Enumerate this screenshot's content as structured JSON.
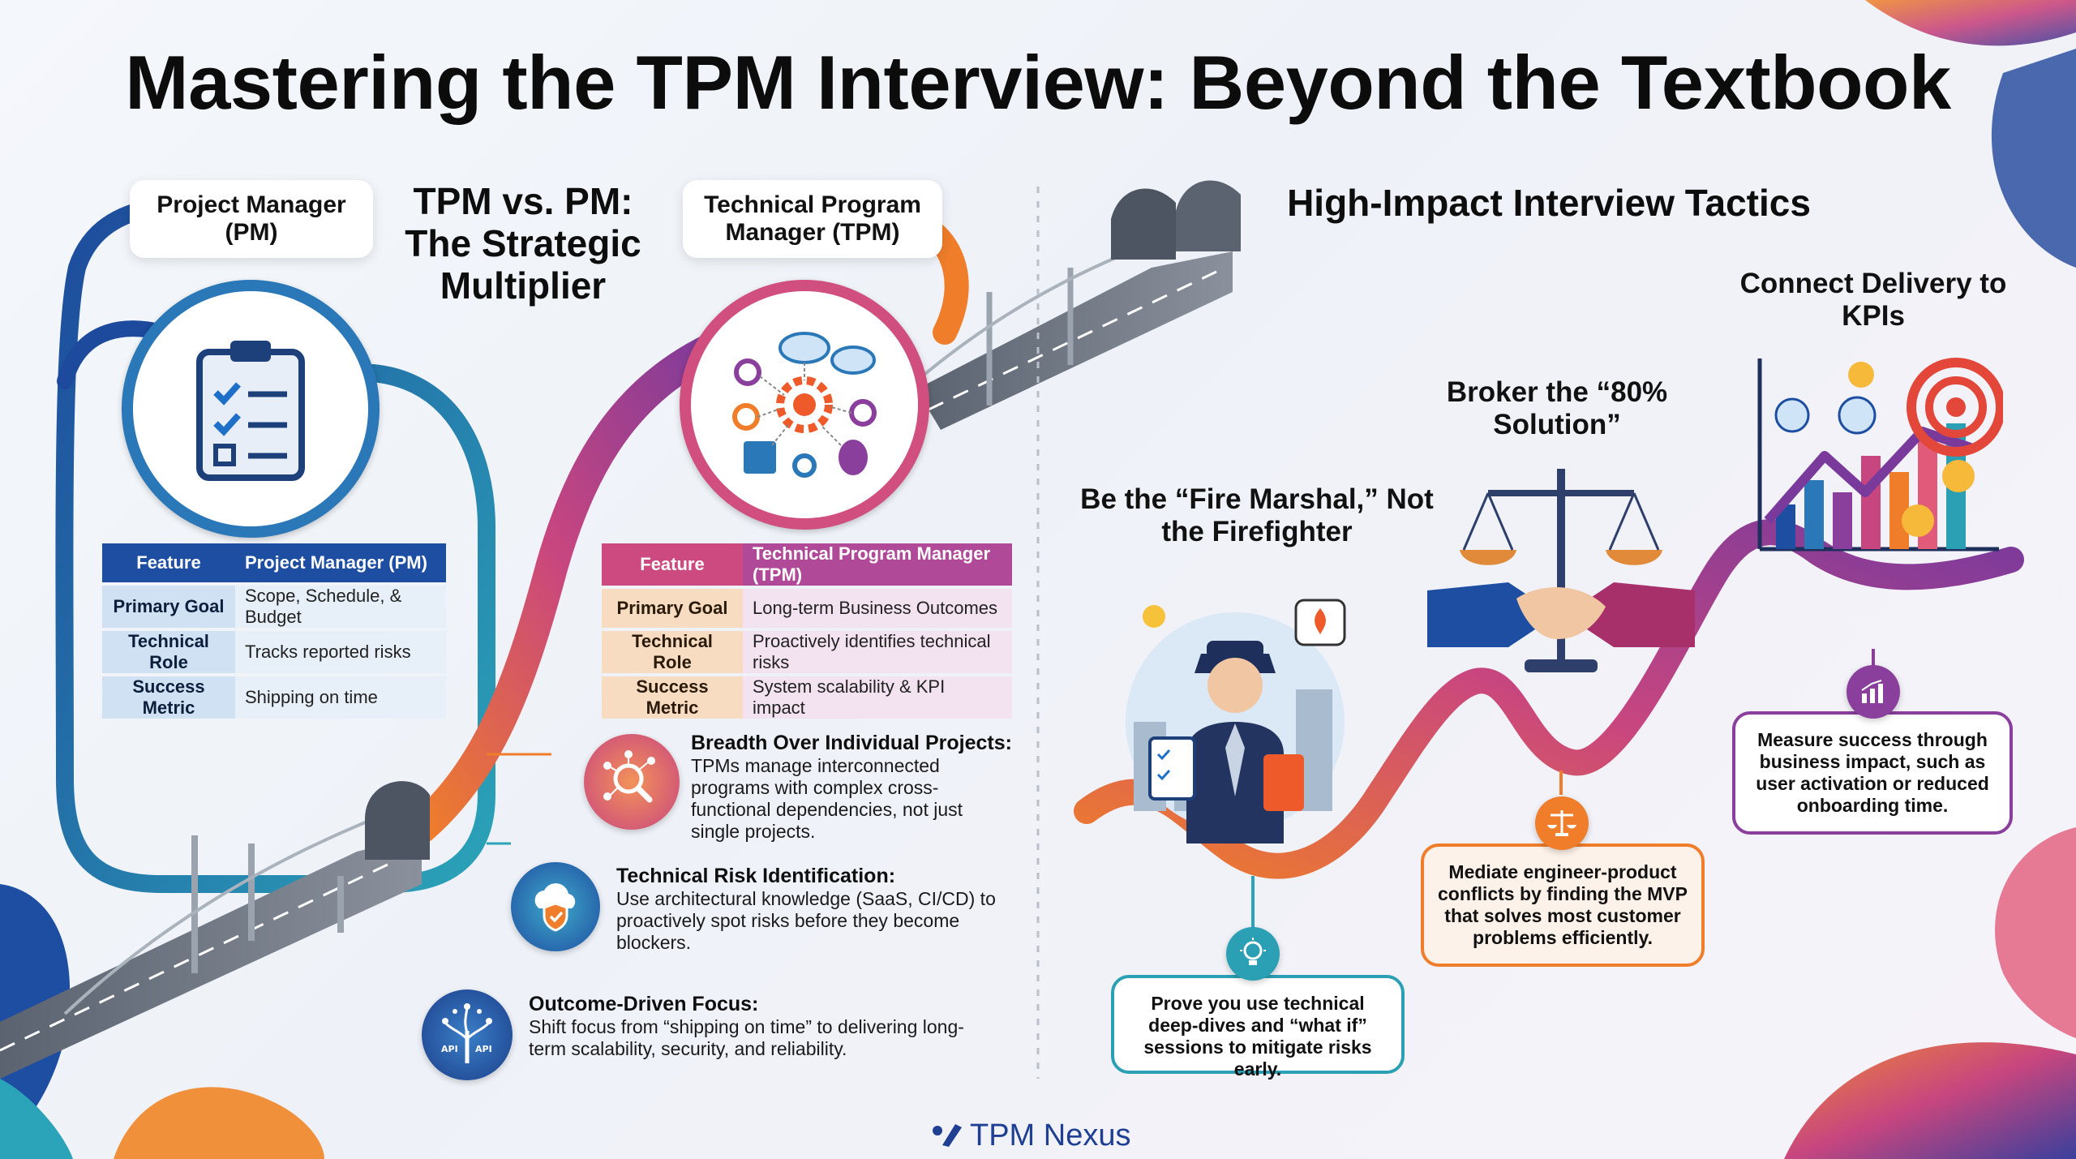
{
  "title": "Mastering the TPM Interview: Beyond the Textbook",
  "left": {
    "pm_label": "Project Manager (PM)",
    "tpm_label": "Technical Program Manager (TPM)",
    "heading": "TPM vs. PM: The Strategic Multiplier",
    "pm_table": {
      "headers": [
        "Feature",
        "Project Manager (PM)"
      ],
      "rows": [
        [
          "Primary Goal",
          "Scope, Schedule, & Budget"
        ],
        [
          "Technical Role",
          "Tracks reported risks"
        ],
        [
          "Success Metric",
          "Shipping on time"
        ]
      ]
    },
    "tpm_table": {
      "headers": [
        "Feature",
        "Technical Program Manager (TPM)"
      ],
      "rows": [
        [
          "Primary Goal",
          "Long-term Business Outcomes"
        ],
        [
          "Technical Role",
          "Proactively identifies technical risks"
        ],
        [
          "Success Metric",
          "System scalability & KPI impact"
        ]
      ]
    },
    "bullets": [
      {
        "title": "Breadth Over Individual Projects:",
        "body": "TPMs manage interconnected programs with complex cross-functional dependencies, not just single projects."
      },
      {
        "title": "Technical Risk Identification:",
        "body": "Use architectural knowledge (SaaS, CI/CD) to proactively spot risks before they become blockers."
      },
      {
        "title": "Outcome-Driven Focus:",
        "body": "Shift focus from “shipping on time” to delivering long-term scalability, security, and reliability."
      }
    ],
    "api_labels": [
      "API",
      "API"
    ]
  },
  "right": {
    "heading": "High-Impact Interview Tactics",
    "tactics": [
      {
        "title": "Be the “Fire Marshal,” Not the Firefighter",
        "body": "Prove you use technical deep-dives and “what if” sessions to mitigate risks early."
      },
      {
        "title": "Broker the “80% Solution”",
        "body": "Mediate engineer-product conflicts by finding the MVP that solves most customer problems efficiently."
      },
      {
        "title": "Connect Delivery to KPIs",
        "body": "Measure success through business impact, such as user activation or reduced onboarding time."
      }
    ]
  },
  "footer": {
    "brand": "TPM Nexus",
    "brand_color": "#1f3f93"
  },
  "colors": {
    "pm_blue": "#1e4ea2",
    "teal": "#2b9fb3",
    "orange": "#ef7d2a",
    "purple": "#8a3f9c",
    "magenta": "#c8467f"
  }
}
